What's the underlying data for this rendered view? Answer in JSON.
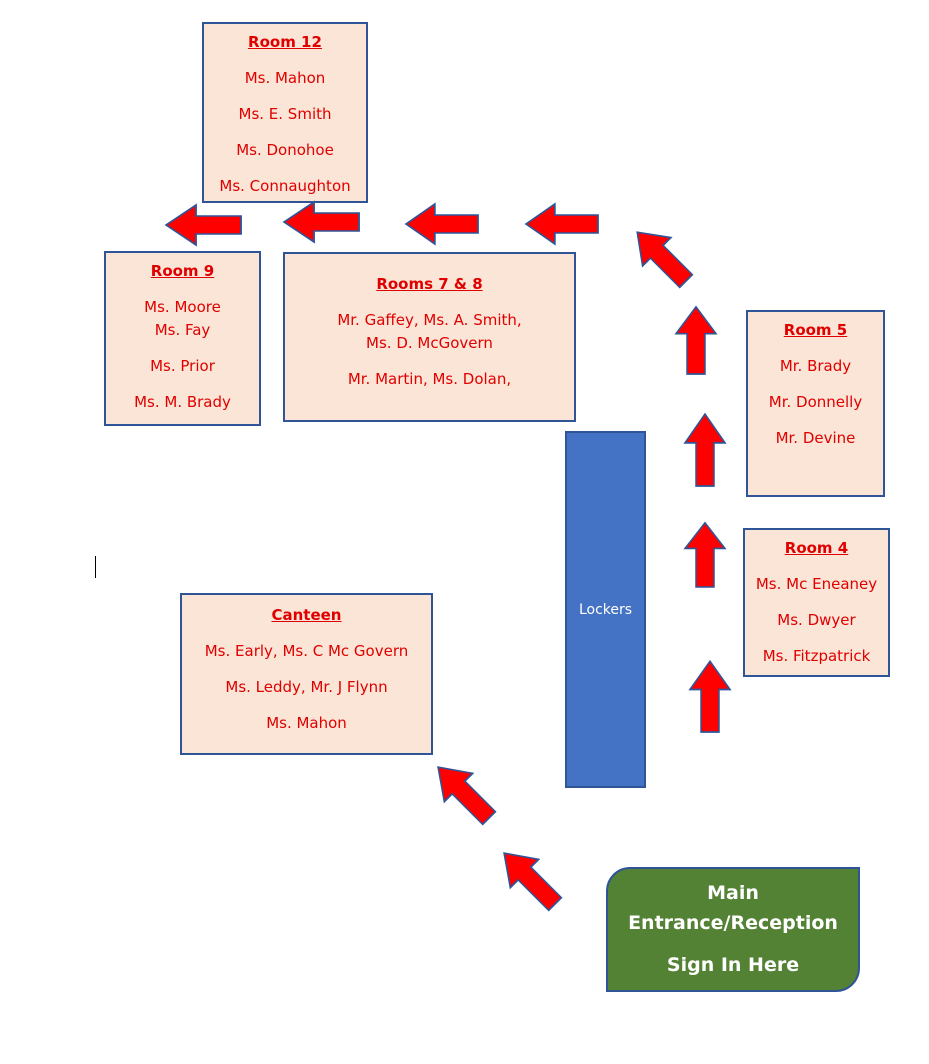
{
  "rooms": {
    "room12": {
      "title": "Room 12",
      "lines": [
        "Ms. Mahon",
        "Ms. E. Smith",
        "Ms. Donohoe",
        "Ms. Connaughton"
      ]
    },
    "room9": {
      "title": "Room 9",
      "lines": [
        "Ms. Moore",
        "Ms. Fay",
        "Ms. Prior",
        "Ms. M. Brady"
      ]
    },
    "rooms78": {
      "title": "Rooms 7 & 8",
      "lines": [
        "Mr. Gaffey, Ms. A. Smith,",
        "Ms. D. McGovern",
        "Mr. Martin, Ms. Dolan,"
      ]
    },
    "room5": {
      "title": "Room 5",
      "lines": [
        "Mr. Brady",
        "Mr. Donnelly",
        "Mr. Devine"
      ]
    },
    "room4": {
      "title": "Room 4",
      "lines": [
        "Ms. Mc Eneaney",
        "Ms. Dwyer",
        "Ms. Fitzpatrick"
      ]
    },
    "canteen": {
      "title": "Canteen",
      "lines": [
        "Ms. Early, Ms. C Mc Govern",
        "Ms. Leddy, Mr. J Flynn",
        "Ms. Mahon"
      ]
    }
  },
  "lockers": {
    "label": "Lockers"
  },
  "entrance": {
    "lines": [
      "Main",
      "Entrance/Reception",
      "Sign In Here"
    ]
  },
  "colors": {
    "room_fill": "#fbe5d6",
    "room_border": "#2f5597",
    "room_text": "#e00000",
    "lockers_fill": "#4472c4",
    "entrance_fill": "#548235",
    "arrow_fill": "#ff0000",
    "arrow_border": "#2f5597"
  }
}
